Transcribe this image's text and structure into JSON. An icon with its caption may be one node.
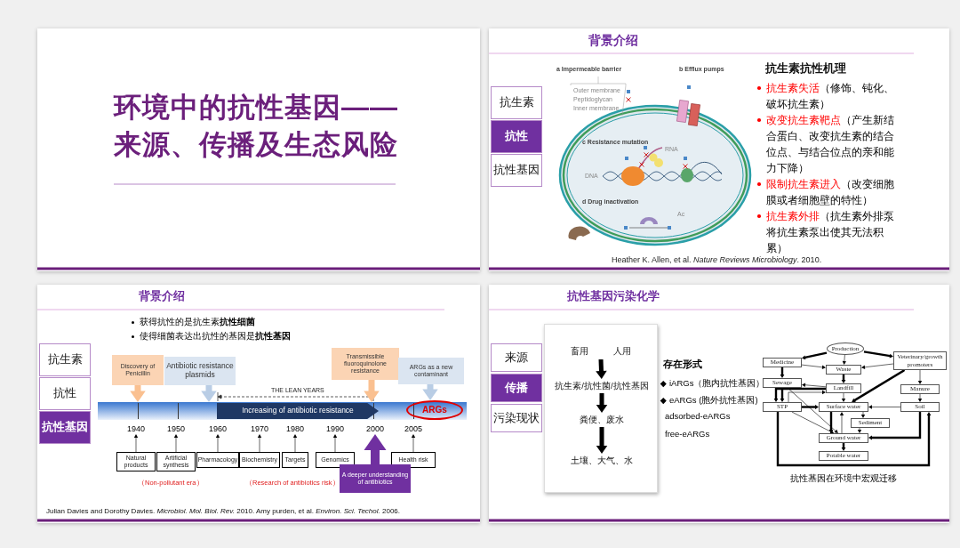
{
  "diagram": {
    "nodes": [
      {
        "text": [
          "环境中的抗性基因——来源、传播及生态风险"
        ]
      },
      {
        "text": [
          "背景介绍"
        ]
      },
      {
        "text": [
          "抗生素"
        ],
        "in": 1
      },
      {
        "text": [
          "抗性"
        ],
        "in": 1
      },
      {
        "text": [
          "抗性基因"
        ],
        "in": 1
      },
      {
        "text": [
          "背景介绍"
        ]
      },
      {
        "text": [
          "抗生素"
        ],
        "in": 5
      },
      {
        "text": [
          "抗性"
        ],
        "in": 5
      },
      {
        "text": [
          "抗性基因"
        ],
        "in": 5
      },
      {
        "text": [
          "Discovery of Penicillin"
        ],
        "in": 5
      },
      {
        "text": [
          "Antibiotic resistance plasmids"
        ],
        "in": 5
      },
      {
        "text": [
          "Transmissible fluoroquinolone resistance"
        ],
        "in": 5
      },
      {
        "text": [
          "ARGs as a new contaminant"
        ],
        "in": 5
      },
      {
        "text": [],
        "shape": "bar",
        "in": 5
      },
      {
        "text": [
          "Increasing of antibiotic resistance"
        ],
        "in": 13
      },
      {
        "text": [
          "ARGs"
        ],
        "in": 13
      },
      {
        "text": [
          "1940"
        ],
        "in": 5
      },
      {
        "text": [
          "1950"
        ],
        "in": 5
      },
      {
        "text": [
          "1960"
        ],
        "in": 5
      },
      {
        "text": [
          "1970"
        ],
        "in": 5
      },
      {
        "text": [
          "1980"
        ],
        "in": 5
      },
      {
        "text": [
          "1990"
        ],
        "in": 5
      },
      {
        "text": [
          "2000"
        ],
        "in": 5
      },
      {
        "text": [
          "2005"
        ],
        "in": 5
      },
      {
        "text": [
          "Natural products"
        ],
        "in": 5
      },
      {
        "text": [
          "Artificial synthesis"
        ],
        "in": 5
      },
      {
        "text": [
          "Pharmacology"
        ],
        "in": 5
      },
      {
        "text": [
          "Biochemistry"
        ],
        "in": 5
      },
      {
        "text": [
          "Targets"
        ],
        "in": 5
      },
      {
        "text": [
          "Genomics"
        ],
        "in": 5
      },
      {
        "text": [
          "Health risk"
        ],
        "in": 5
      },
      {
        "text": [
          "A deeper understanding of antibiotics"
        ],
        "in": 5
      },
      {
        "text": [
          "抗性基因污染化学"
        ]
      },
      {
        "text": [
          "来源"
        ],
        "in": 32
      },
      {
        "text": [
          "传播"
        ],
        "in": 32
      },
      {
        "text": [
          "污染现状"
        ],
        "in": 32
      },
      {
        "text": [],
        "shape": "box",
        "in": 32
      },
      {
        "text": [
          "畜用"
        ],
        "in": 36
      },
      {
        "text": [
          "人用"
        ],
        "in": 36
      },
      {
        "text": [
          "抗生素/抗性菌/抗性基因"
        ],
        "in": 36
      },
      {
        "text": [
          "粪便、废水"
        ],
        "in": 36
      },
      {
        "text": [
          "土壤、大气、水"
        ],
        "in": 36
      },
      {
        "text": [
          "Production"
        ],
        "in": 32
      },
      {
        "text": [
          "Medicine"
        ],
        "in": 32
      },
      {
        "text": [
          "Waste"
        ],
        "in": 32
      },
      {
        "text": [
          "Veterinary/growth promoters"
        ],
        "in": 32
      },
      {
        "text": [
          "Sewage"
        ],
        "in": 32
      },
      {
        "text": [
          "Landfill"
        ],
        "in": 32
      },
      {
        "text": [
          "Manure"
        ],
        "in": 32
      },
      {
        "text": [
          "STP"
        ],
        "in": 32
      },
      {
        "text": [
          "Surface water"
        ],
        "in": 32
      },
      {
        "text": [
          "Soil"
        ],
        "in": 32
      },
      {
        "text": [
          "Sediment"
        ],
        "in": 32
      },
      {
        "text": [
          "Ground water"
        ],
        "in": 32
      },
      {
        "text": [
          "Potable water"
        ],
        "in": 32
      }
    ],
    "edges": [
      {
        "from": 9,
        "to": 13,
        "arrow": "to",
        "style": "thick",
        "color": "#fac090"
      },
      {
        "from": 10,
        "to": 13,
        "arrow": "to",
        "style": "thick",
        "color": "#b9cde5"
      },
      {
        "from": 11,
        "to": 13,
        "arrow": "to",
        "style": "thick",
        "color": "#fac090"
      },
      {
        "from": 12,
        "to": 15,
        "arrow": "to",
        "style": "thick",
        "color": "#b9cde5"
      },
      {
        "from": 24,
        "to": 16,
        "arrow": "to"
      },
      {
        "from": 25,
        "to": 17,
        "arrow": "to"
      },
      {
        "from": 26,
        "to": 18,
        "arrow": "to"
      },
      {
        "from": 27,
        "to": 19,
        "arrow": "to"
      },
      {
        "from": 28,
        "to": 20,
        "arrow": "to"
      },
      {
        "from": 29,
        "to": 21,
        "arrow": "to"
      },
      {
        "from": 31,
        "to": 22,
        "arrow": "to",
        "style": "thick",
        "color": "#7030a0"
      },
      {
        "from": 30,
        "to": 23,
        "arrow": "to"
      },
      {
        "from": 37,
        "to": 39,
        "arrow": "to",
        "style": "thick"
      },
      {
        "from": 38,
        "to": 39,
        "arrow": "to",
        "style": "thick"
      },
      {
        "from": 39,
        "to": 40,
        "arrow": "to",
        "style": "thick"
      },
      {
        "from": 40,
        "to": 41,
        "arrow": "to",
        "style": "thick"
      },
      {
        "from": 42,
        "to": 43,
        "arrow": "to",
        "style": "thick"
      },
      {
        "from": 42,
        "to": 44,
        "arrow": "to"
      },
      {
        "from": 42,
        "to": 45,
        "arrow": "to",
        "style": "thick"
      },
      {
        "from": 43,
        "to": 44,
        "arrow": "to"
      },
      {
        "from": 45,
        "to": 44,
        "arrow": "to"
      },
      {
        "from": 43,
        "to": 46,
        "arrow": "to",
        "style": "thick"
      },
      {
        "from": 44,
        "to": 47,
        "arrow": "to",
        "style": "thick"
      },
      {
        "from": 45,
        "to": 48,
        "arrow": "to"
      },
      {
        "from": 45,
        "to": 50,
        "arrow": "to",
        "style": "thick"
      },
      {
        "from": 48,
        "to": 51,
        "arrow": "to"
      },
      {
        "from": 46,
        "to": 49,
        "arrow": "to",
        "style": "thick"
      },
      {
        "from": 47,
        "to": 49,
        "arrow": "to",
        "style": "thick"
      },
      {
        "from": 49,
        "to": 47,
        "arrow": "to"
      },
      {
        "from": 47,
        "to": 46,
        "arrow": "to"
      },
      {
        "from": 49,
        "to": 50,
        "arrow": "to",
        "style": "thick"
      },
      {
        "from": 51,
        "to": 50,
        "arrow": "to"
      },
      {
        "from": 47,
        "to": 50,
        "arrow": "to"
      },
      {
        "from": 46,
        "to": 53,
        "arrow": "to"
      },
      {
        "from": 49,
        "to": 53,
        "arrow": "to"
      },
      {
        "from": 50,
        "to": 53,
        "arrow": "to",
        "style": "thick"
      },
      {
        "from": 53,
        "to": 50,
        "arrow": "to"
      },
      {
        "from": 52,
        "to": 53,
        "arrow": "to"
      },
      {
        "from": 50,
        "to": 52,
        "arrow": "to"
      },
      {
        "from": 51,
        "to": 53,
        "arrow": "to",
        "style": "thick"
      },
      {
        "from": 53,
        "to": 54,
        "arrow": "to",
        "style": "thick"
      },
      {
        "from": 49,
        "to": 51,
        "arrow": "to",
        "style": "thick"
      }
    ],
    "labels": [
      "a Impermeable barrier",
      "b Efflux pumps",
      "Outer membrane",
      "Peptidoglycan",
      "Inner membrane",
      "c Resistance mutation",
      "RNA",
      "DNA",
      "d Drug inactivation",
      "Ac",
      "抗生素抗性机理",
      "抗生素失活",
      "（修饰、钝化、破坏抗生素）",
      "改变抗生素靶点",
      "（产生新结合蛋白、改变抗生素的结合位点、与结合位点的亲和能力下降）",
      "限制抗生素进入",
      "（改变细胞膜或者细胞壁的特性）",
      "抗生素外排",
      "（抗生素外排泵将抗生素泵出使其无法积累）",
      "Heather K. Allen, et al. *Nature Reviews Microbiology*. 2010.",
      "获得抗性的是抗生素**抗性细菌**",
      "使得细菌表达出抗性的基因是**抗性基因**",
      "THE LEAN YEARS",
      "（Non-pollutant era）",
      "（Research of antibiotics risk）",
      "Julian Davies and Dorothy Davies. *Microbiol. Mol. Biol. Rev.* 2010. Amy purden, et al. *Environ. Sci. Techol.* 2006.",
      "存在形式",
      "iARGs（胞内抗性基因）",
      "eARGs (胞外抗性基因)",
      "adsorbed-eARGs",
      "free-eARGs",
      "抗性基因在环境中宏观迁移"
    ]
  }
}
